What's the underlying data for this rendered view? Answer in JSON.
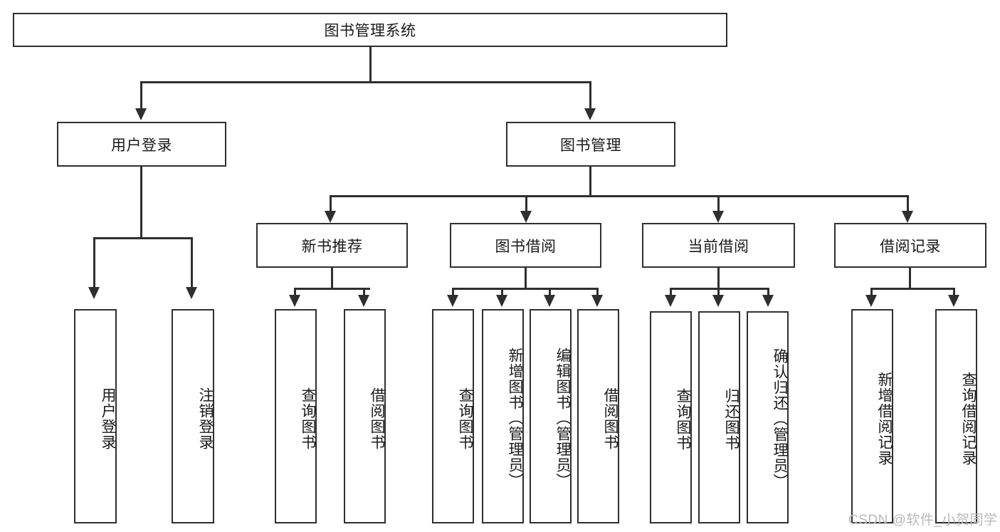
{
  "diagram": {
    "title": "图书管理系统",
    "root": {
      "label": "图书管理系统"
    },
    "level2": {
      "user_login": "用户登录",
      "book_management": "图书管理"
    },
    "level3": {
      "new_book_recommend": "新书推荐",
      "book_borrow": "图书借阅",
      "current_borrow": "当前借阅",
      "borrow_record": "借阅记录"
    },
    "leaves": {
      "user_login_children": [
        "用户登录",
        "注销登录"
      ],
      "new_book_recommend_children": [
        "查询图书",
        "借阅图书"
      ],
      "book_borrow_children": [
        "查询图书",
        "新增图书（管理员）",
        "编辑图书（管理员）",
        "借阅图书"
      ],
      "current_borrow_children": [
        "查询图书",
        "归还图书",
        "确认归还（管理员）"
      ],
      "borrow_record_children": [
        "新增借阅记录",
        "查询借阅记录"
      ]
    }
  },
  "watermark": {
    "text": "CSDN @软件_小贺同学"
  },
  "colors": {
    "stroke": "#2f2f2f",
    "background": "#ffffff",
    "text": "#1a1a1a",
    "watermark": "#b9b9b9"
  }
}
